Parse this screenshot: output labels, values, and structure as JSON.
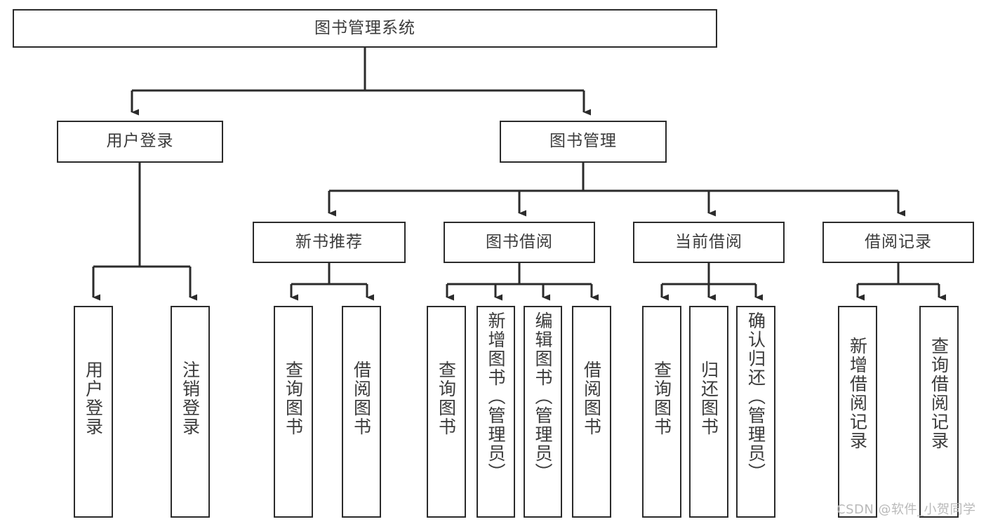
{
  "diagram": {
    "type": "tree-hierarchy-diagram",
    "title": "图书管理系统",
    "colors": {
      "box_border": "#2b2b2b",
      "box_fill": "#ffffff",
      "text": "#3b3b3b",
      "connector": "#2b2b2b",
      "watermark": "#b9b9b9",
      "background": "#ffffff"
    },
    "root": {
      "label": "图书管理系统"
    },
    "level2": [
      {
        "label": "用户登录"
      },
      {
        "label": "图书管理"
      }
    ],
    "level3": [
      {
        "label": "新书推荐"
      },
      {
        "label": "图书借阅"
      },
      {
        "label": "当前借阅"
      },
      {
        "label": "借阅记录"
      }
    ],
    "leaves": {
      "user_login": [
        {
          "label": "用户登录"
        },
        {
          "label": "注销登录"
        }
      ],
      "new_book_recommend": [
        {
          "label": "查询图书"
        },
        {
          "label": "借阅图书"
        }
      ],
      "book_borrow": [
        {
          "label": "查询图书"
        },
        {
          "label": "新增图书（管理员）"
        },
        {
          "label": "编辑图书（管理员）"
        },
        {
          "label": "借阅图书"
        }
      ],
      "current_borrow": [
        {
          "label": "查询图书"
        },
        {
          "label": "归还图书"
        },
        {
          "label": "确认归还（管理员）"
        }
      ],
      "borrow_record": [
        {
          "label": "新增借阅记录"
        },
        {
          "label": "查询借阅记录"
        }
      ]
    },
    "watermark": "CSDN @软件_小贺同学"
  }
}
